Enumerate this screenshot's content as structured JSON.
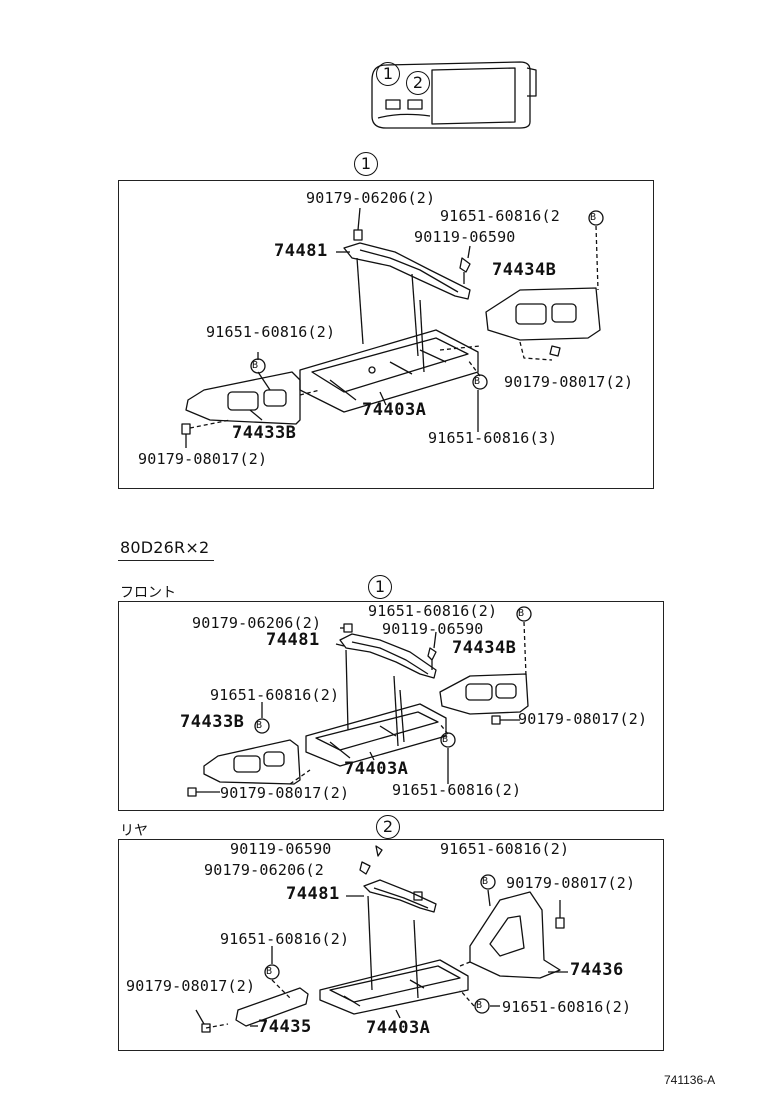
{
  "overview": {
    "marker1": "1",
    "marker2": "2"
  },
  "section1": {
    "marker": "1",
    "labels": {
      "p90179_06206": "90179-06206(2)",
      "p91651_60816_2_top": "91651-60816(2",
      "p90119_06590": "90119-06590",
      "p74481": "74481",
      "p74434B": "74434B",
      "p91651_60816_2_left": "91651-60816(2)",
      "p90179_08017_right": "90179-08017(2)",
      "p74403A": "74403A",
      "p74433B": "74433B",
      "p91651_60816_3": "91651-60816(3)",
      "p90179_08017_left": "90179-08017(2)"
    }
  },
  "variant": {
    "title": "80D26R×2"
  },
  "front": {
    "header": "フロント",
    "marker": "1",
    "labels": {
      "p91651_60816_top": "91651-60816(2)",
      "p90179_06206": "90179-06206(2)",
      "p90119_06590": "90119-06590",
      "p74481": "74481",
      "p74434B": "74434B",
      "p91651_60816_mid": "91651-60816(2)",
      "p74433B": "74433B",
      "p90179_08017_right": "90179-08017(2)",
      "p74403A": "74403A",
      "p90179_08017_left": "90179-08017(2)",
      "p91651_60816_bottom": "91651-60816(2)"
    }
  },
  "rear": {
    "header": "リヤ",
    "marker": "2",
    "labels": {
      "p90119_06590": "90119-06590",
      "p90179_06206": "90179-06206(2",
      "p91651_60816_topright": "91651-60816(2)",
      "p90179_08017_right": "90179-08017(2)",
      "p74481": "74481",
      "p91651_60816_mid": "91651-60816(2)",
      "p74436": "74436",
      "p90179_08017_left": "90179-08017(2)",
      "p91651_60816_bottom": "91651-60816(2)",
      "p74435": "74435",
      "p74403A": "74403A"
    }
  },
  "caption": "741136-A",
  "bolt_marker": "B"
}
